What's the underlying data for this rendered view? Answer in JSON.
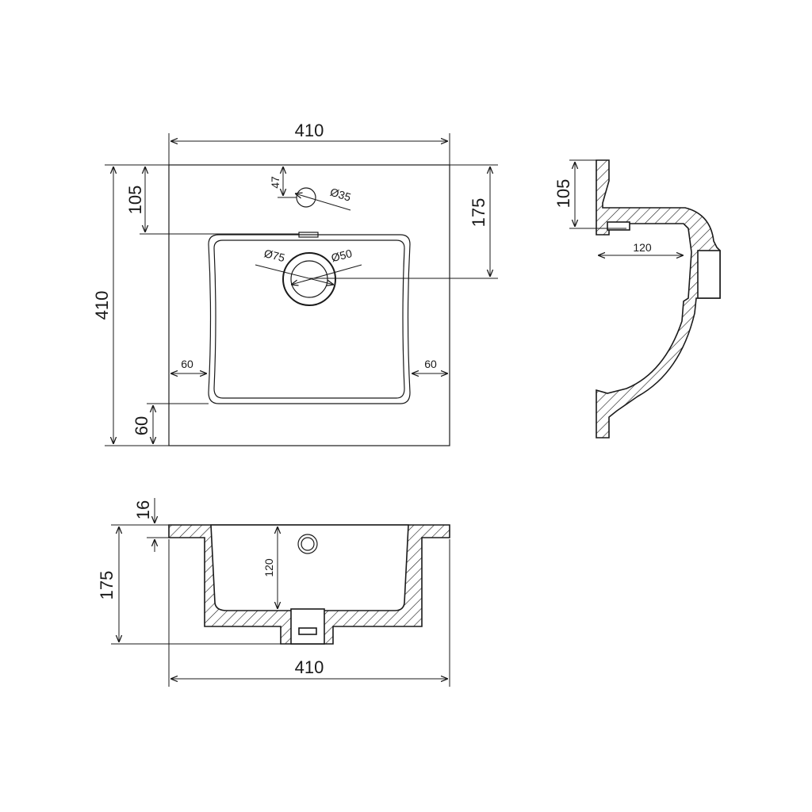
{
  "top_view": {
    "width_label": "410",
    "height_label": "410",
    "tap_offset_label": "105",
    "tap_hole_offset_label": "47",
    "tap_hole_diameter_label": "Ø35",
    "drain_offset_label": "175",
    "drain_outer_label": "Ø75",
    "drain_inner_label": "Ø50",
    "left_rim_label": "60",
    "right_rim_label": "60",
    "bottom_rim_label": "60"
  },
  "side_view": {
    "tap_offset_label": "105",
    "depth_label": "120"
  },
  "front_section": {
    "rim_thickness_label": "16",
    "total_height_label": "175",
    "bowl_depth_label": "120",
    "width_label": "410"
  }
}
